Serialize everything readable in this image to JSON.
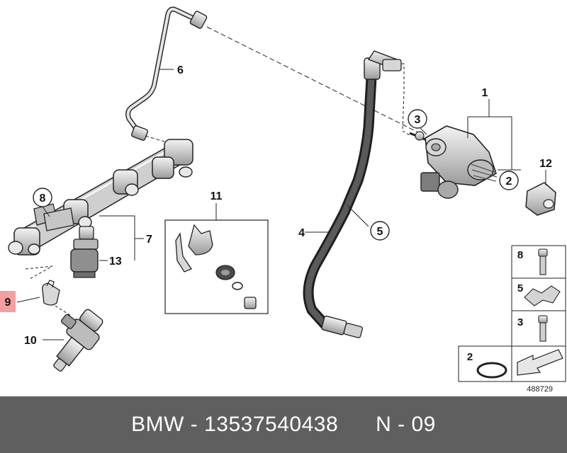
{
  "labels": {
    "p1": "1",
    "p2": "2",
    "p3": "3",
    "p4": "4",
    "p5": "5",
    "p6": "6",
    "p7": "7",
    "p8": "8",
    "p9": "9",
    "p10": "10",
    "p11": "11",
    "p12": "12",
    "p13": "13"
  },
  "legend": {
    "item8": "8",
    "item5": "5",
    "item3": "3",
    "item2": "2"
  },
  "diagram_ref": "488729",
  "footer": {
    "brand": "BMW",
    "part_number": "13537540438",
    "position": "N - 09",
    "text": "BMW - 13537540438      N - 09"
  },
  "colors": {
    "highlight": "#f4a0a0",
    "footer_bg": "#5f5f5f",
    "part_fill": "#d4d4d4",
    "hose": "#3b3b3b"
  }
}
